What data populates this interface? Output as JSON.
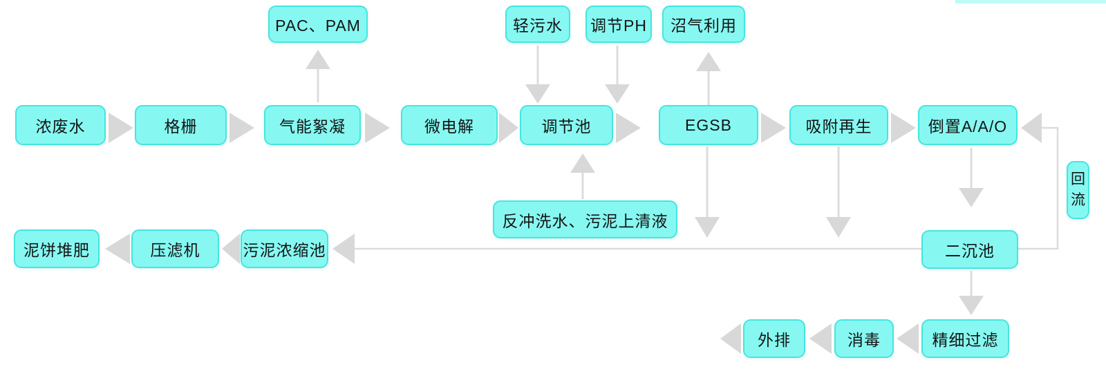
{
  "diagram": {
    "type": "flowchart",
    "language": "zh-CN",
    "subject": "wastewater treatment process flow",
    "nodes": {
      "pac_pam": {
        "label": "PAC、PAM"
      },
      "light_wastewater": {
        "label": "轻污水"
      },
      "adjust_ph": {
        "label": "调节PH"
      },
      "biogas_utilization": {
        "label": "沼气利用"
      },
      "concentrated_wastewater": {
        "label": "浓废水"
      },
      "bar_screen": {
        "label": "格栅"
      },
      "gas_flocculation": {
        "label": "气能絮凝"
      },
      "micro_electrolysis": {
        "label": "微电解"
      },
      "regulating_tank": {
        "label": "调节池"
      },
      "egsb": {
        "label": "EGSB"
      },
      "adsorption_regeneration": {
        "label": "吸附再生"
      },
      "inverted_aao": {
        "label": "倒置A/A/O"
      },
      "backwash_supernatant": {
        "label": "反冲洗水、污泥上清液"
      },
      "reflux": {
        "label": "回流"
      },
      "sludge_cake_compost": {
        "label": "泥饼堆肥"
      },
      "filter_press": {
        "label": "压滤机"
      },
      "sludge_thickening_tank": {
        "label": "污泥浓缩池"
      },
      "secondary_sedimentation_tank": {
        "label": "二沉池"
      },
      "discharge": {
        "label": "外排"
      },
      "disinfection": {
        "label": "消毒"
      },
      "fine_filtration": {
        "label": "精细过滤"
      }
    },
    "colors": {
      "node_fill": "#86f8f1",
      "node_border": "#45e5e0",
      "arrow": "#d8d8d8",
      "line": "#dcdcdc",
      "text": "#141414",
      "background": "#ffffff"
    }
  }
}
